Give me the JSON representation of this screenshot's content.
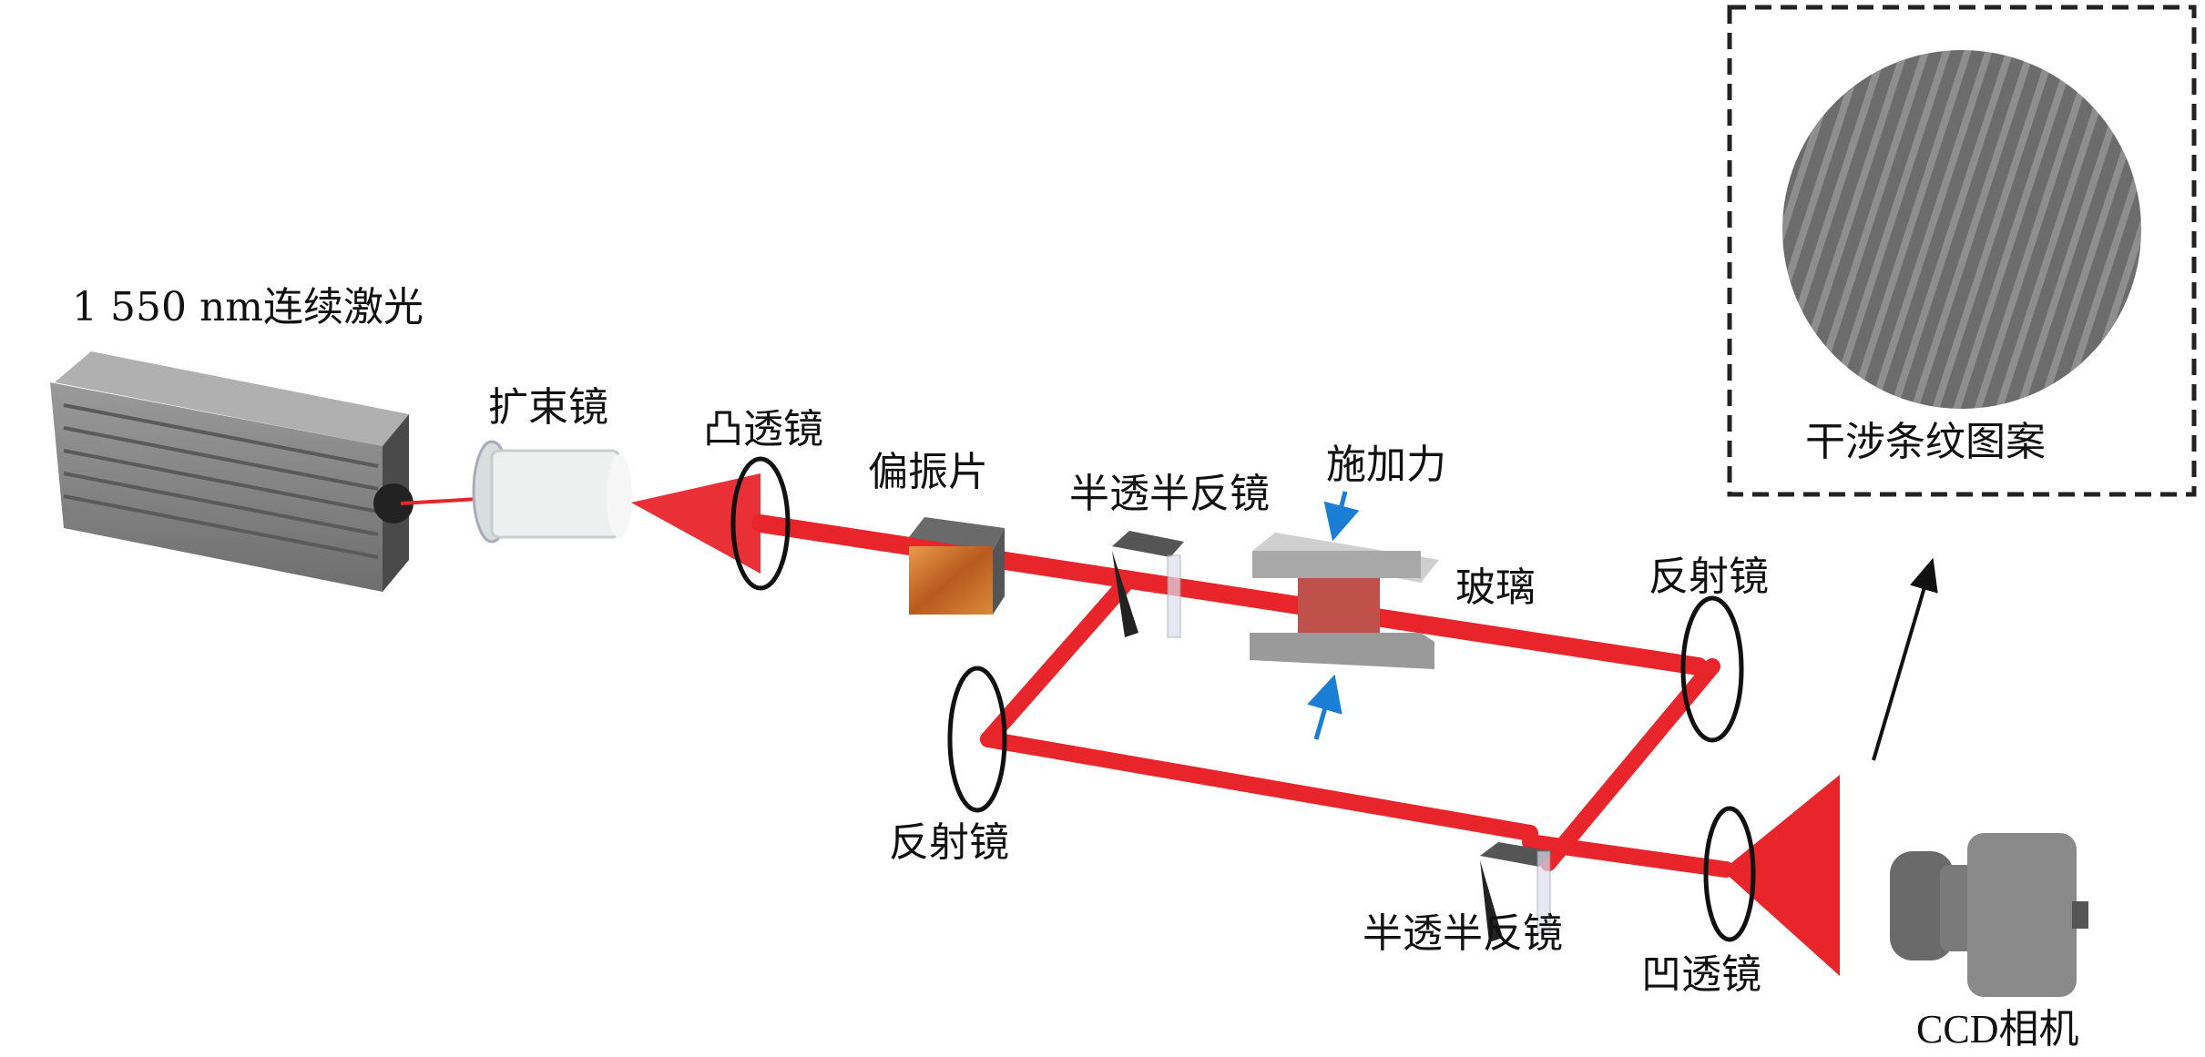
{
  "labels": {
    "laser": "1 550 nm连续激光",
    "beam_expander": "扩束镜",
    "convex_lens": "凸透镜",
    "polarizer": "偏振片",
    "beam_splitter_1": "半透半反镜",
    "applied_force": "施加力",
    "glass": "玻璃",
    "mirror_right": "反射镜",
    "mirror_left": "反射镜",
    "beam_splitter_2": "半透半反镜",
    "concave_lens": "凹透镜",
    "ccd_camera": "CCD相机",
    "interference_pattern": "干涉条纹图案"
  },
  "colors": {
    "beam": "#e8252b",
    "force_arrow": "#1a7fd4",
    "polarizer": "#c86a2a",
    "body_grey": "#8a8a8a"
  }
}
